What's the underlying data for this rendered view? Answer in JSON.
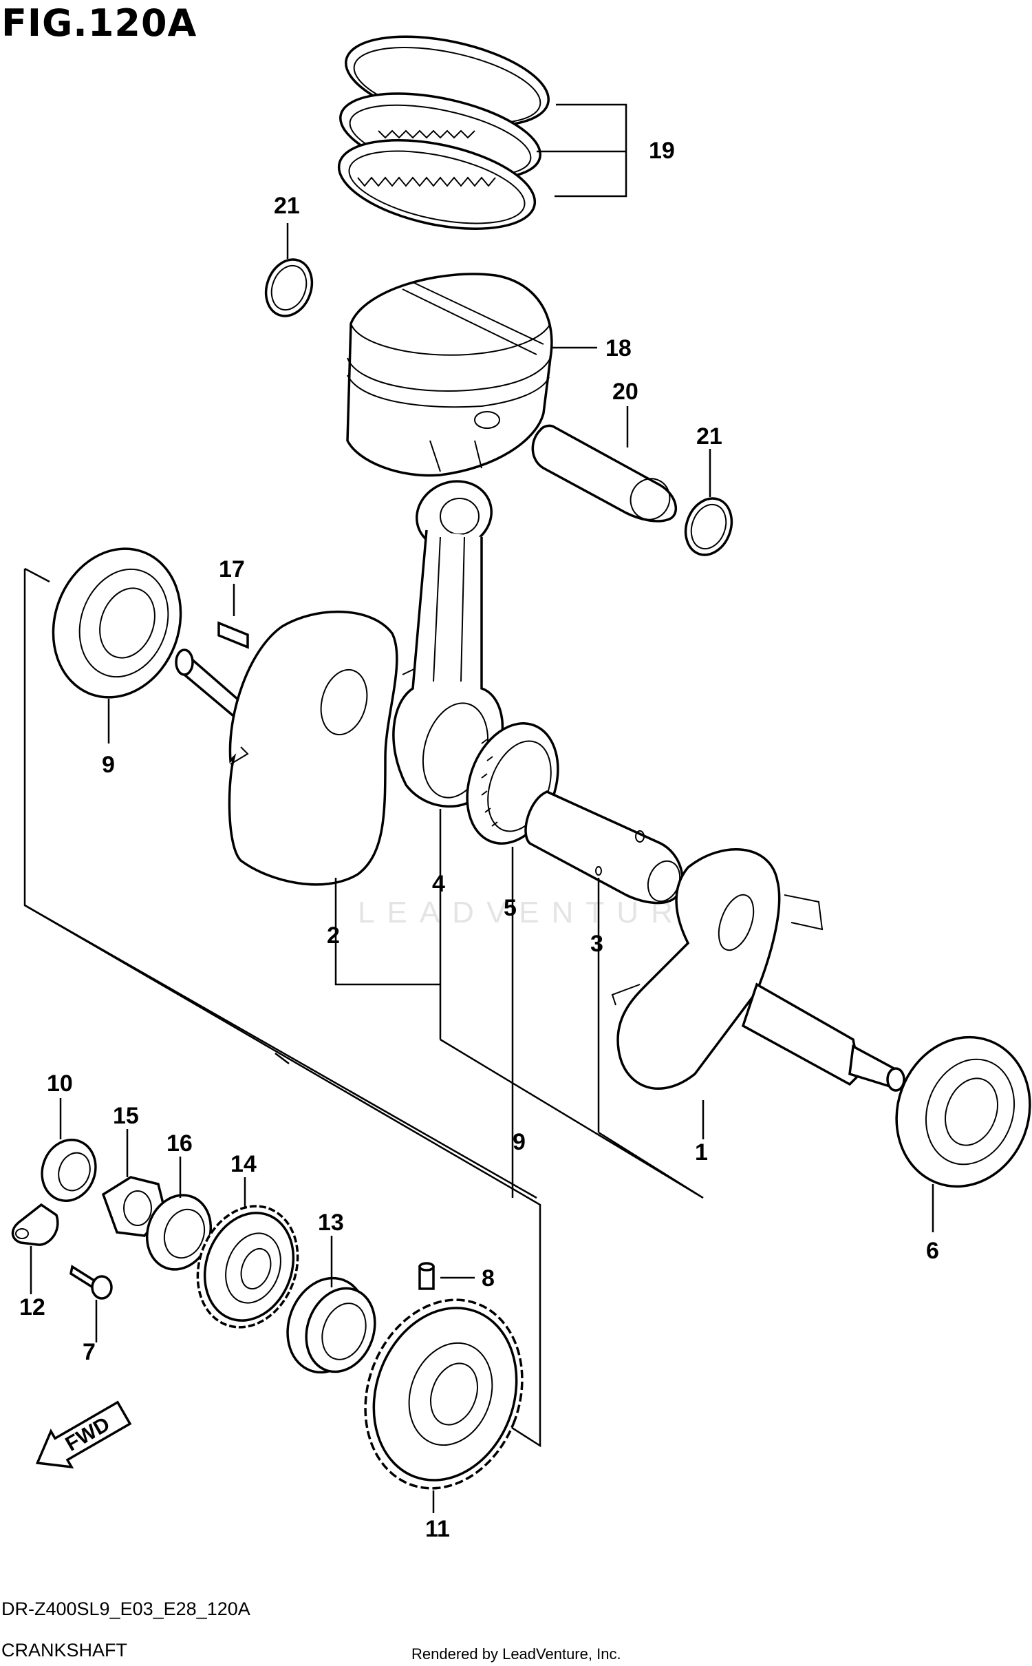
{
  "figure": {
    "title": "FIG.120A",
    "model_code": "DR-Z400SL9_E03_E28_120A",
    "section_name": "CRANKSHAFT",
    "credit": "Rendered by LeadVenture, Inc.",
    "watermark": "LEADVENTURE",
    "direction_label": "FWD"
  },
  "callouts": [
    {
      "id": "c19",
      "text": "19"
    },
    {
      "id": "c21a",
      "text": "21"
    },
    {
      "id": "c18",
      "text": "18"
    },
    {
      "id": "c20",
      "text": "20"
    },
    {
      "id": "c21b",
      "text": "21"
    },
    {
      "id": "c17",
      "text": "17"
    },
    {
      "id": "c9a",
      "text": "9"
    },
    {
      "id": "c2",
      "text": "2"
    },
    {
      "id": "c4",
      "text": "4"
    },
    {
      "id": "c5",
      "text": "5"
    },
    {
      "id": "c3",
      "text": "3"
    },
    {
      "id": "c1",
      "text": "1"
    },
    {
      "id": "c6",
      "text": "6"
    },
    {
      "id": "c9b",
      "text": "9"
    },
    {
      "id": "c10",
      "text": "10"
    },
    {
      "id": "c15",
      "text": "15"
    },
    {
      "id": "c16",
      "text": "16"
    },
    {
      "id": "c14",
      "text": "14"
    },
    {
      "id": "c13",
      "text": "13"
    },
    {
      "id": "c8",
      "text": "8"
    },
    {
      "id": "c11",
      "text": "11"
    },
    {
      "id": "c12",
      "text": "12"
    },
    {
      "id": "c7",
      "text": "7"
    }
  ]
}
